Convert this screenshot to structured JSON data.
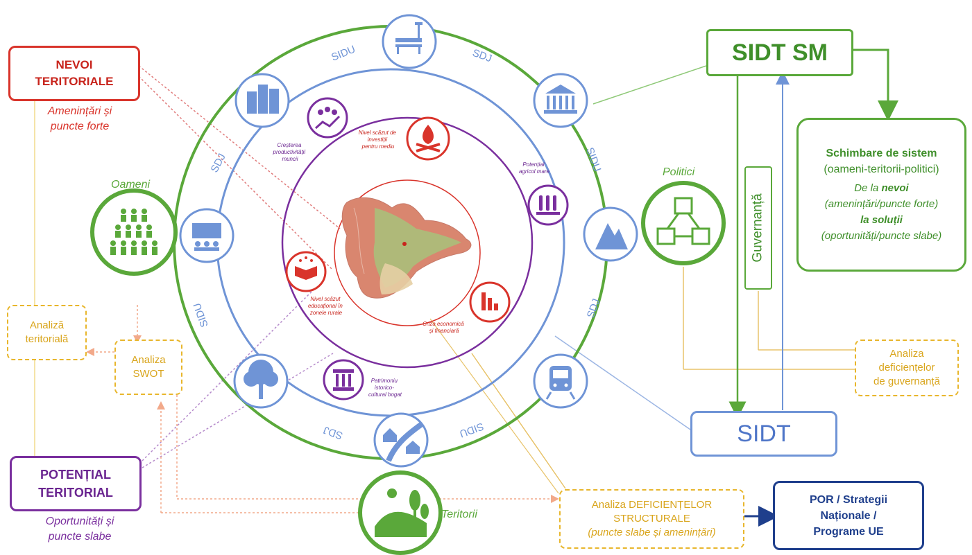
{
  "nevoi": {
    "title_1": "NEVOI",
    "title_2": "TERITORIALE",
    "note_1": "Amenințări și",
    "note_2": "puncte forte"
  },
  "potential": {
    "title_1": "POTENȚIAL",
    "title_2": "TERITORIAL",
    "note_1": "Oportunități și",
    "note_2": "puncte slabe"
  },
  "analiza_teritoriala": {
    "line_1": "Analiză",
    "line_2": "teritorială"
  },
  "analiza_swot": {
    "line_1": "Analiza",
    "line_2": "SWOT"
  },
  "analiza_structurale": {
    "line_1": "Analiza DEFICIENȚELOR",
    "line_2": "STRUCTURALE",
    "line_3": "(puncte slabe și amenințări)"
  },
  "analiza_guvernanta": {
    "line_1": "Analiza",
    "line_2": "deficiențelor",
    "line_3": "de guvernanță"
  },
  "sidt_sm": {
    "label": "SIDT SM"
  },
  "sidt": {
    "label": "SIDT"
  },
  "guvernanta": {
    "label": "Guvernanță"
  },
  "schimbare": {
    "title": "Schimbare de sistem",
    "subtitle": "(oameni-teritorii-politici)",
    "line_1_pre": "De la",
    "line_1_bold": "nevoi",
    "line_2": "(amenințări/puncte forte)",
    "line_3": "la soluții",
    "line_4": "(oportunități/puncte slabe)"
  },
  "por": {
    "line_1": "POR / Strategii",
    "line_2": "Naționale /",
    "line_3": "Programe UE"
  },
  "pillars": {
    "oameni": "Oameni",
    "politici": "Politici",
    "teritorii": "Teritorii"
  },
  "ring_labels": {
    "sidu_top": "SIDU",
    "sdj_top": "SDJ",
    "sidu_right": "SIDU",
    "sdj_right": "SDJ",
    "sidu_bottom": "SIDU",
    "sdj_bottom": "SDJ",
    "sidu_left": "SIDU",
    "sdj_left": "SDJ"
  },
  "inner_labels": {
    "productivitate": [
      "Creșterea",
      "productivității",
      "muncii"
    ],
    "investitii": [
      "Nivel scăzut de",
      "investiții",
      "pentru mediu"
    ],
    "agricol": [
      "Potențial",
      "agricol mare"
    ],
    "educational": [
      "Nivel scăzut",
      "educațional în",
      "zonele rurale"
    ],
    "criza": [
      "Criza economică",
      "și financiară"
    ],
    "patrimoniu": [
      "Patrimoniu",
      "istorico-",
      "cultural bogat"
    ]
  },
  "icons": {
    "outer": [
      "park-bench-icon",
      "museum-icon",
      "mountain-icon",
      "train-icon",
      "houses-road-icon",
      "tree-icon",
      "conference-icon",
      "buildings-icon"
    ],
    "inner": [
      "growth-people-icon",
      "campfire-icon",
      "agriculture-icon",
      "declining-chart-icon",
      "column-icon",
      "education-book-icon"
    ],
    "pillars": [
      "people-group-icon",
      "policy-cubes-icon",
      "landscape-icon"
    ]
  },
  "colors": {
    "green": "#5aa83a",
    "blue": "#6f94d6",
    "purple": "#7a2f9e",
    "red": "#d9342b",
    "yellow": "#e8b62c",
    "navy": "#1f3f8c"
  }
}
